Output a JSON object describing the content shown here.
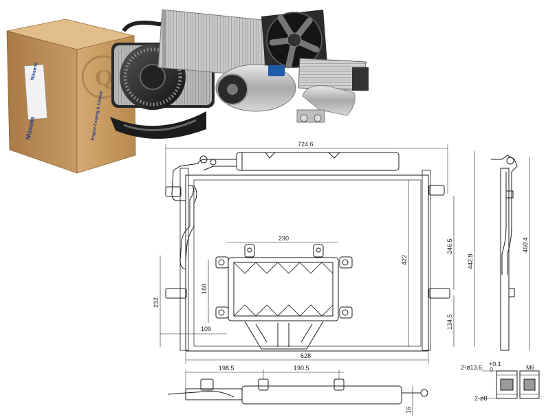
{
  "brand": {
    "name": "Nissens",
    "tagline": "Engine Cooling & Climate",
    "colors": {
      "box": "#b78a55",
      "logo_blue": "#1a3e8c"
    }
  },
  "drawing": {
    "front_view": {
      "overall_width": "724.6",
      "core_width": "628",
      "core_height": "422",
      "total_height": "442.9",
      "upper_mount_height": "246.5",
      "lower_mount_height": "134.5",
      "bracket_width": "290",
      "bracket_height": "168",
      "left_offset": "109",
      "left_height": "232"
    },
    "side_view": {
      "height": "460.4"
    },
    "bottom_view": {
      "dim_left": "198.5",
      "dim_right": "190.5",
      "depth": "16"
    },
    "detail": {
      "hole_dia": "2-ø13.6",
      "tol_plus": "+0.1",
      "tol_zero": "0",
      "thread": "M6",
      "pin_dia": "2-ø8"
    }
  }
}
